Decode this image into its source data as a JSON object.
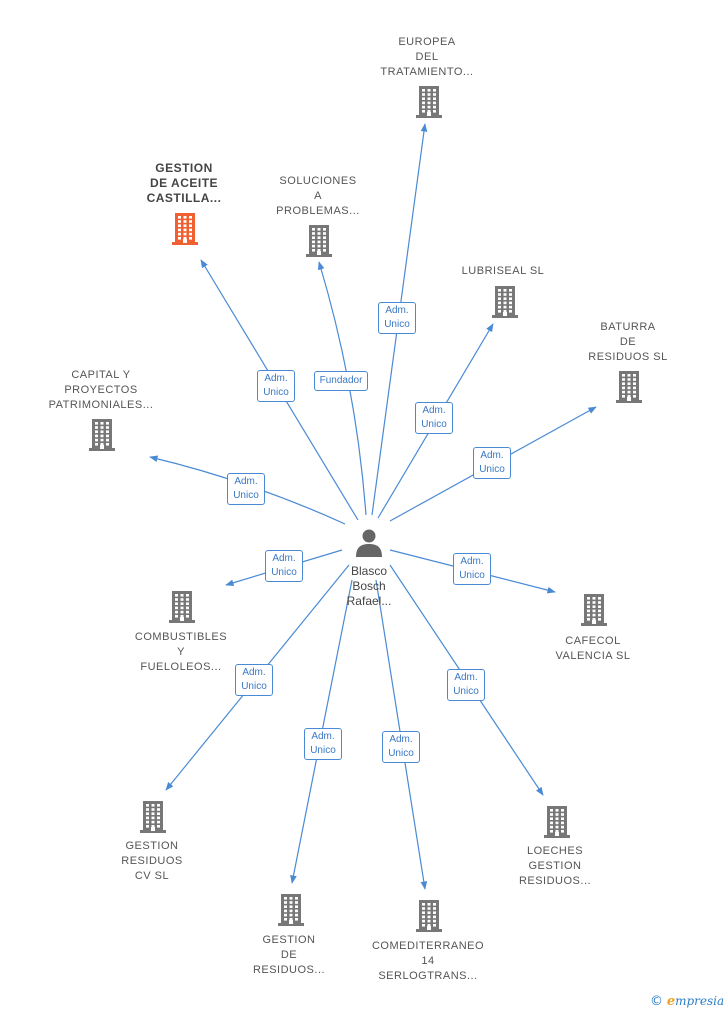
{
  "center": {
    "label": "Blasco\nBosch\nRafael..."
  },
  "colors": {
    "edge": "#4a8ad4",
    "building": "#777777",
    "highlight": "#f06030",
    "person": "#666666"
  },
  "nodes": [
    {
      "id": "europea",
      "label": "EUROPEA\nDEL\nTRATAMIENTO...",
      "highlight": false
    },
    {
      "id": "gestion-aceite",
      "label": "GESTION\nDE ACEITE\nCASTILLA...",
      "highlight": true
    },
    {
      "id": "soluciones",
      "label": "SOLUCIONES\nA\nPROBLEMAS...",
      "highlight": false
    },
    {
      "id": "lubriseal",
      "label": "LUBRISEAL  SL",
      "highlight": false
    },
    {
      "id": "baturra",
      "label": "BATURRA\nDE\nRESIDUOS  SL",
      "highlight": false
    },
    {
      "id": "capital",
      "label": "CAPITAL Y\nPROYECTOS\nPATRIMONIALES...",
      "highlight": false
    },
    {
      "id": "combustibles",
      "label": "COMBUSTIBLES\nY\nFUELOLEOS...",
      "highlight": false
    },
    {
      "id": "cafecol",
      "label": "CAFECOL\nVALENCIA  SL",
      "highlight": false
    },
    {
      "id": "gestion-cv",
      "label": "GESTION\nRESIDUOS\nCV  SL",
      "highlight": false
    },
    {
      "id": "loeches",
      "label": "LOECHES\nGESTION\nRESIDUOS...",
      "highlight": false
    },
    {
      "id": "gestion-residuos",
      "label": "GESTION\nDE\nRESIDUOS...",
      "highlight": false
    },
    {
      "id": "comediterraneo",
      "label": "COMEDITERRANEO\n14\nSERLOGTRANS...",
      "highlight": false
    }
  ],
  "edges": [
    {
      "to": "europea",
      "label": "Adm.\nUnico"
    },
    {
      "to": "gestion-aceite",
      "label": "Adm.\nUnico"
    },
    {
      "to": "soluciones",
      "label": "Fundador"
    },
    {
      "to": "lubriseal",
      "label": "Adm.\nUnico"
    },
    {
      "to": "baturra",
      "label": "Adm.\nUnico"
    },
    {
      "to": "capital",
      "label": "Adm.\nUnico"
    },
    {
      "to": "combustibles",
      "label": "Adm.\nUnico"
    },
    {
      "to": "cafecol",
      "label": "Adm.\nUnico"
    },
    {
      "to": "gestion-cv",
      "label": "Adm.\nUnico"
    },
    {
      "to": "loeches",
      "label": "Adm.\nUnico"
    },
    {
      "to": "gestion-residuos",
      "label": "Adm.\nUnico"
    },
    {
      "to": "comediterraneo",
      "label": "Adm.\nUnico"
    }
  ],
  "brand": {
    "copyright": "©",
    "initial": "e",
    "rest": "mpresia"
  }
}
